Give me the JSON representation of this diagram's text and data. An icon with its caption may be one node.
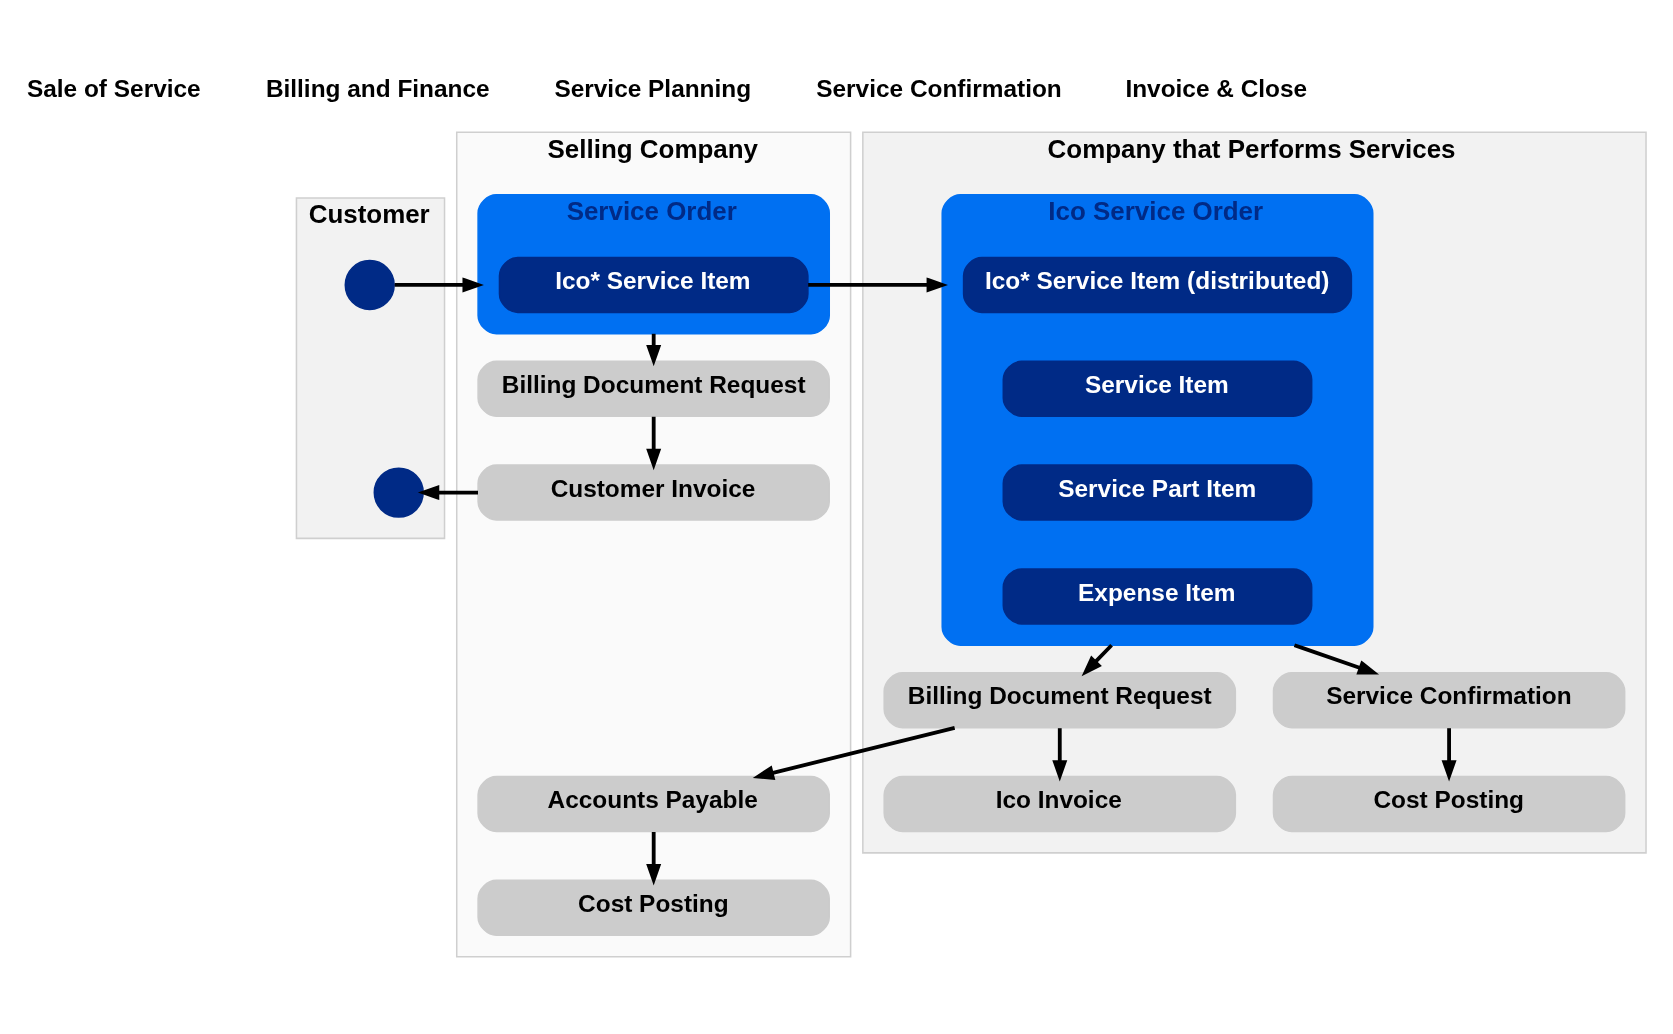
{
  "diagram": {
    "nodes": [
      {
        "text": [
          "Customer"
        ]
      },
      {
        "text": [
          "Selling Company"
        ]
      },
      {
        "text": [
          "Company that Performs Services"
        ]
      },
      {
        "text": [],
        "shape": "circle",
        "in": 0
      },
      {
        "text": [],
        "shape": "circle",
        "in": 0
      },
      {
        "text": [
          "Service Order"
        ],
        "in": 1
      },
      {
        "text": [
          "Ico* Service Item"
        ],
        "in": 5
      },
      {
        "text": [
          "Billing Document Request"
        ],
        "in": 1
      },
      {
        "text": [
          "Customer Invoice"
        ],
        "in": 1
      },
      {
        "text": [
          "Accounts Payable"
        ],
        "in": 1
      },
      {
        "text": [
          "Cost Posting"
        ],
        "in": 1
      },
      {
        "text": [
          "Ico Service Order"
        ],
        "in": 2
      },
      {
        "text": [
          "Ico* Service Item (distributed)"
        ],
        "in": 11
      },
      {
        "text": [
          "Service Item"
        ],
        "in": 11
      },
      {
        "text": [
          "Service Part Item"
        ],
        "in": 11
      },
      {
        "text": [
          "Expense Item"
        ],
        "in": 11
      },
      {
        "text": [
          "Service Confirmation"
        ],
        "in": 2
      },
      {
        "text": [
          "Cost Posting"
        ],
        "in": 2
      },
      {
        "text": [
          "Billing Document Request"
        ],
        "in": 2
      },
      {
        "text": [
          "Ico Invoice"
        ],
        "in": 2
      }
    ],
    "edges": [
      {
        "from": 3,
        "to": 5,
        "arrow": "to"
      },
      {
        "from": 6,
        "to": 11,
        "arrow": "to"
      },
      {
        "from": 5,
        "to": 7,
        "arrow": "to"
      },
      {
        "from": 7,
        "to": 8,
        "arrow": "to"
      },
      {
        "from": 8,
        "to": 4,
        "arrow": "to"
      },
      {
        "from": 11,
        "to": 16,
        "arrow": "to"
      },
      {
        "from": 16,
        "to": 17,
        "arrow": "to"
      },
      {
        "from": 11,
        "to": 18,
        "arrow": "to"
      },
      {
        "from": 18,
        "to": 9,
        "arrow": "to"
      },
      {
        "from": 9,
        "to": 10,
        "arrow": "to"
      },
      {
        "from": 18,
        "to": 19,
        "arrow": "to"
      }
    ],
    "labels": [
      "Sale of Service",
      "Billing and Finance",
      "Service Planning",
      "Service Confirmation",
      "Invoice & Close"
    ]
  }
}
